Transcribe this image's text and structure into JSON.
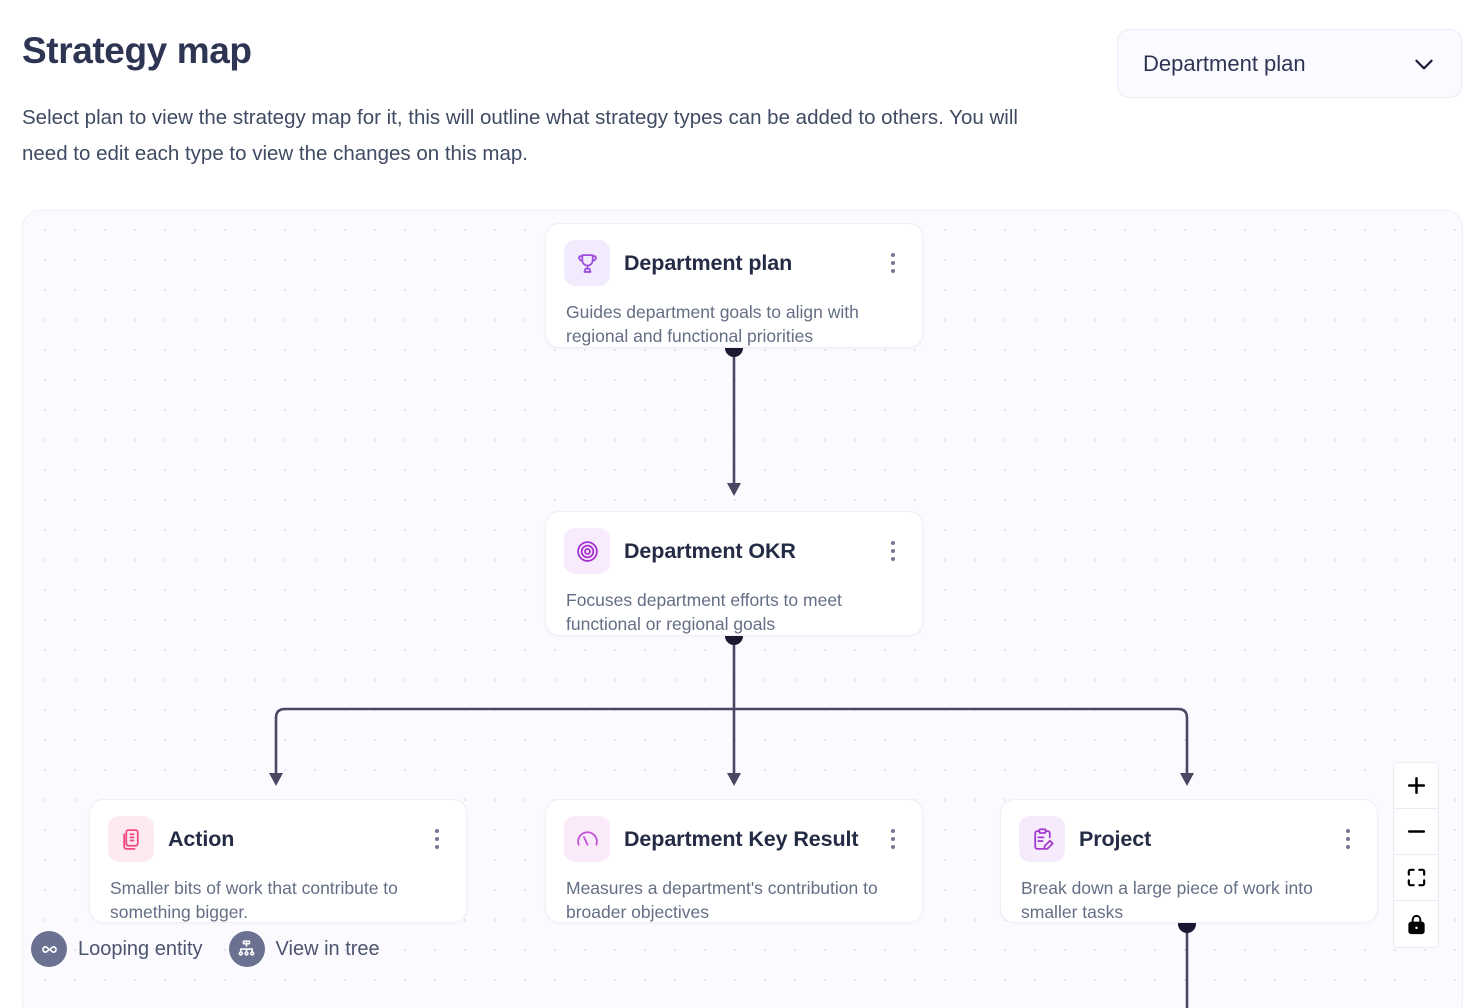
{
  "header": {
    "title": "Strategy map",
    "subtitle": "Select plan to view the strategy map for it, this will outline what strategy types can be added to others. You will need to edit each type to view the changes on this map."
  },
  "plan_selector": {
    "selected": "Department plan",
    "icon": "chevron-down-icon"
  },
  "canvas": {
    "nodes": [
      {
        "id": "department-plan",
        "title": "Department plan",
        "description": "Guides department goals to align with regional and functional priorities",
        "icon": "trophy-icon",
        "icon_color": "#9b4ddb",
        "icon_bg": "#f1ebfd",
        "menu_icon": "kebab-menu-icon"
      },
      {
        "id": "department-okr",
        "title": "Department OKR",
        "description": "Focuses department efforts to meet functional or regional goals",
        "icon": "target-icon",
        "icon_color": "#a52fcf",
        "icon_bg": "#f8ebfd",
        "menu_icon": "kebab-menu-icon"
      },
      {
        "id": "action",
        "title": "Action",
        "description": "Smaller bits of work that contribute to something bigger.",
        "icon": "stacked-documents-icon",
        "icon_color": "#f0497e",
        "icon_bg": "#fdeaf1",
        "menu_icon": "kebab-menu-icon"
      },
      {
        "id": "department-key-result",
        "title": "Department Key Result",
        "description": "Measures a department's contribution to broader objectives",
        "icon": "gauge-icon",
        "icon_color": "#c153d6",
        "icon_bg": "#fbeafa",
        "menu_icon": "kebab-menu-icon"
      },
      {
        "id": "project",
        "title": "Project",
        "description": "Break down a large piece of work into smaller tasks",
        "icon": "clipboard-pencil-icon",
        "icon_color": "#a23ad0",
        "icon_bg": "#f6eafd",
        "menu_icon": "kebab-menu-icon"
      }
    ],
    "edge_color": "#4b4763",
    "legend": [
      {
        "label": "Looping entity",
        "icon": "infinity-icon"
      },
      {
        "label": "View in tree",
        "icon": "tree-hierarchy-icon"
      }
    ]
  },
  "zoom_controls": [
    {
      "name": "zoom-in",
      "icon": "plus-icon"
    },
    {
      "name": "zoom-out",
      "icon": "minus-icon"
    },
    {
      "name": "fit-view",
      "icon": "fullscreen-icon"
    },
    {
      "name": "lock",
      "icon": "lock-icon"
    }
  ]
}
